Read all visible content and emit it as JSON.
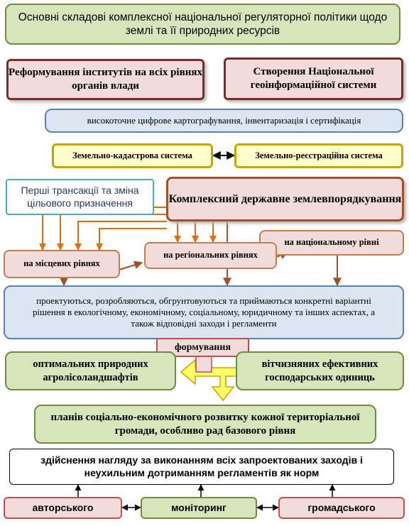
{
  "title": "Основні складові комплексної національної регуляторної політики щодо землі та її природних ресурсів",
  "reform": "Реформування інститутів на всіх рівнях органів влади",
  "geo": "Створення Національної геоінформаційної системи",
  "mapping": "високоточне цифрове картографування, інвентаризація і сертифікація",
  "cadastre": "Земельно-кадастрова система",
  "registration": "Земельно-реєстраційна система",
  "transactions": "Перші трансакції та зміна цільового призначення",
  "landmgmt": "Комплексний державне землевпорядкування",
  "national": "на національному рівні",
  "regional": "на регіональних рівнях",
  "local": "на місцевих рівнях",
  "designed": "проектуються, розробляються, обгрунтовуються та приймаються конкретні варіантні рішення в екологічному, економічному, соціальному, юридичному та інших аспектах, а також відповідні заходи і регламенти",
  "forming": "формування",
  "optimal": "оптимальних природних агролісоландшафтів",
  "domestic": "вітчизняних ефективних господарських одиниць",
  "plans": "планів соціально-економічного розвитку кожної територіальної громади, особливо рад базового рівня",
  "supervision": "здійснення нагляду за виконанням всіх запроектованих заходів і неухильним дотриманням регламентів як норм",
  "author": "авторського",
  "monitoring": "моніторинг",
  "public": "громадського",
  "colors": {
    "green": "#d8e4bc",
    "pink": "#f2dcdb",
    "blue": "#dce6f2",
    "yellow": "#ffffcc",
    "arrow_brown": "#a0522d",
    "arrow_orange": "#e46c0a",
    "arrow_yellow": "#ffff66"
  }
}
